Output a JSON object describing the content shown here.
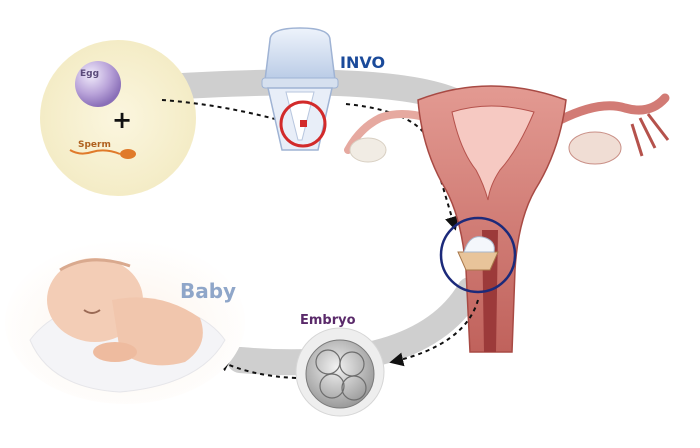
{
  "labels": {
    "egg": "Egg",
    "plus": "+",
    "sperm": "Sperm",
    "invo": "INVO",
    "embryo": "Embryo",
    "baby": "Baby"
  },
  "colors": {
    "track": "#c9c9c9",
    "egg": "#b9a3d9",
    "sperm": "#e07a2a",
    "invo_blue": "#1a4a9a",
    "uterus": "#d27b75",
    "uterus_dark": "#9c3a3a",
    "circle_red": "#d22a2a",
    "circle_navy": "#1c2a7a",
    "skin": "#f3cdb6"
  }
}
